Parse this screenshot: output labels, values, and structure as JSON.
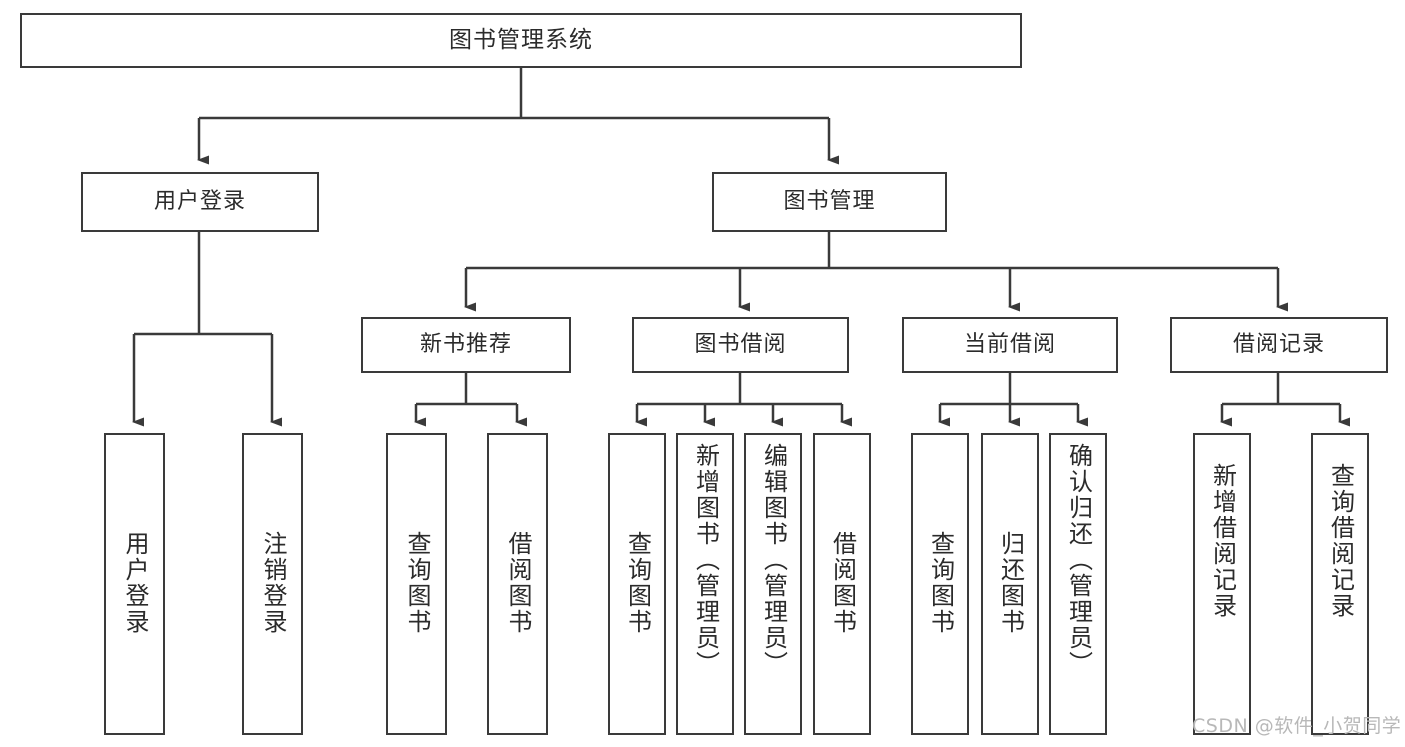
{
  "diagram": {
    "type": "tree-hierarchy",
    "title": "图书管理系统",
    "root": {
      "label": "图书管理系统"
    },
    "level1": [
      {
        "id": "user-login",
        "label": "用户登录"
      },
      {
        "id": "book-manage",
        "label": "图书管理"
      }
    ],
    "level2": [
      {
        "id": "new-book-recommend",
        "label": "新书推荐"
      },
      {
        "id": "book-borrow",
        "label": "图书借阅"
      },
      {
        "id": "current-borrow",
        "label": "当前借阅"
      },
      {
        "id": "borrow-record",
        "label": "借阅记录"
      }
    ],
    "leaves": {
      "user_login": [
        {
          "id": "leaf-user-login",
          "label": "用户登录"
        },
        {
          "id": "leaf-logout",
          "label": "注销登录"
        }
      ],
      "new_book_recommend": [
        {
          "id": "leaf-query-book-1",
          "label": "查询图书"
        },
        {
          "id": "leaf-borrow-book-1",
          "label": "借阅图书"
        }
      ],
      "book_borrow": [
        {
          "id": "leaf-query-book-2",
          "label": "查询图书"
        },
        {
          "id": "leaf-add-book",
          "label": "新增图书（管理员）"
        },
        {
          "id": "leaf-edit-book",
          "label": "编辑图书（管理员）"
        },
        {
          "id": "leaf-borrow-book-2",
          "label": "借阅图书"
        }
      ],
      "current_borrow": [
        {
          "id": "leaf-query-book-3",
          "label": "查询图书"
        },
        {
          "id": "leaf-return-book",
          "label": "归还图书"
        },
        {
          "id": "leaf-confirm-return",
          "label": "确认归还（管理员）"
        }
      ],
      "borrow_record": [
        {
          "id": "leaf-add-record",
          "label": "新增借阅记录"
        },
        {
          "id": "leaf-query-record",
          "label": "查询借阅记录"
        }
      ]
    },
    "colors": {
      "stroke": "#3a3a3a",
      "fill": "#ffffff",
      "text": "#2b2b2b",
      "watermark": "#b8b8b8"
    }
  },
  "watermark": {
    "text": "CSDN @软件_小贺同学"
  }
}
